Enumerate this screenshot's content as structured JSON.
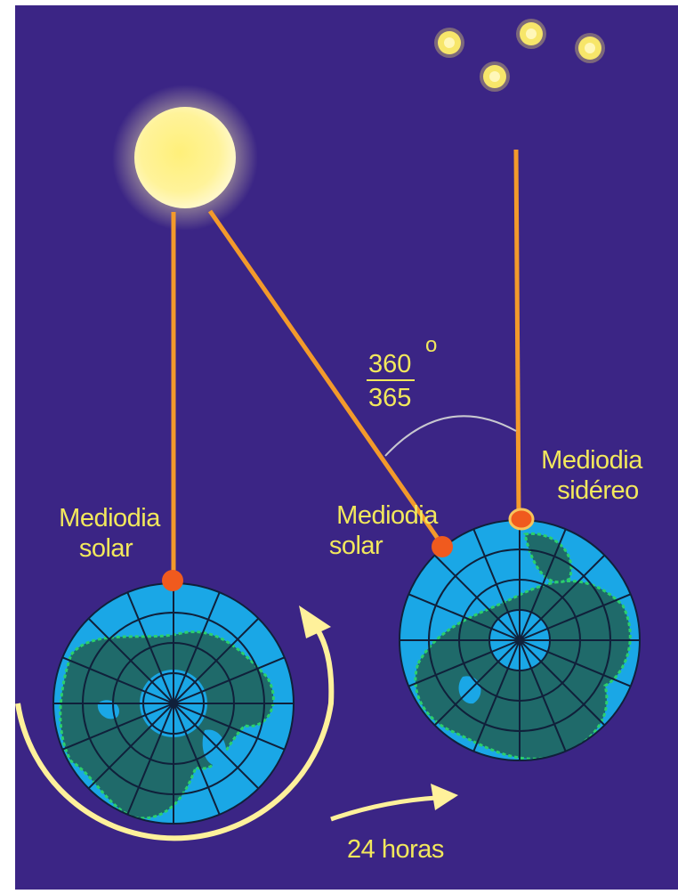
{
  "diagram": {
    "colors": {
      "background": "#3b2585",
      "frame": "#ffffff",
      "sun": "#fff6a0",
      "stars": "#f7e66a",
      "rays": "#f39a2b",
      "ocean": "#1aa7e6",
      "land": "#1f6a6a",
      "land_edge": "#2bd06c",
      "grid": "#10203a",
      "marker": "#f05a1e",
      "labels": "#f2e85c",
      "arc_arrow": "#fff19b",
      "angle_arc": "#c7c7cf"
    },
    "labels": {
      "left_noon_line1": "Mediodia",
      "left_noon_line2": "solar",
      "right_noon_line1": "Mediodia",
      "right_noon_line2": "solar",
      "sidereal_line1": "Mediodia",
      "sidereal_line2": "sidéreo",
      "fraction_numerator": "360",
      "fraction_denominator": "365",
      "degree_symbol": "o",
      "time_label": "24 horas"
    },
    "icons": [
      "sun-icon",
      "star-icon",
      "earth-globe-icon",
      "rotation-arrow-icon",
      "translation-arrow-icon"
    ]
  }
}
